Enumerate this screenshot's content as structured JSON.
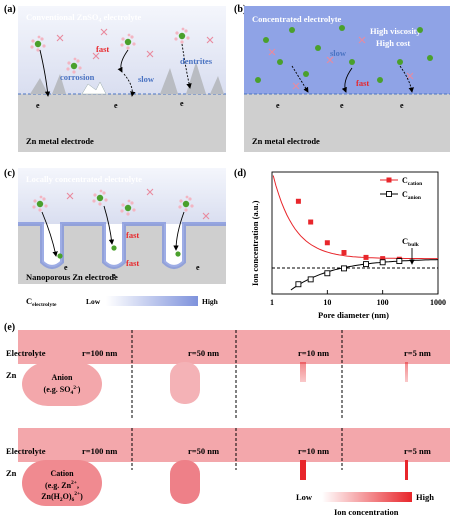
{
  "panel_a": {
    "letter": "(a)",
    "title": "Conventional ZnSO",
    "title_sub": "4",
    "title_end": " electrolyte",
    "fast": "fast",
    "slow": "slow",
    "corrosion": "corrosion",
    "dendrites": "dentrites",
    "electron": "e",
    "electrode": "Zn metal electrode"
  },
  "panel_b": {
    "letter": "(b)",
    "title": "Concentrated electrolyte",
    "high_viscosity": "High viscosity",
    "high_cost": "High cost",
    "slow": "slow",
    "fast": "fast",
    "electron": "e",
    "electrode": "Zn metal electrode"
  },
  "panel_c": {
    "letter": "(c)",
    "title": "Locally concentrated electrolyte",
    "fast": "fast",
    "electron": "e",
    "electrode": "Nanoporous Zn electrode",
    "legend_label": "C",
    "legend_sub": "electrolyte",
    "legend_low": "Low",
    "legend_high": "High"
  },
  "panel_d": {
    "letter": "(d)",
    "ylabel": "Ion concentration (a.u.)",
    "xlabel": "Pore diameter (nm)",
    "legend_cation": "C",
    "legend_cation_sub": "cation",
    "legend_anion": "C",
    "legend_anion_sub": "anion",
    "bulk_label": "C",
    "bulk_sub": "bulk",
    "xticks": [
      "1",
      "10",
      "100",
      "1000"
    ]
  },
  "chart_data": {
    "type": "line",
    "xlabel": "Pore diameter (nm)",
    "ylabel": "Ion concentration (a.u.)",
    "xscale": "log",
    "xlim": [
      1,
      1000
    ],
    "series": [
      {
        "name": "Ccation",
        "color": "#e8262b",
        "marker": "filled-square",
        "x": [
          3,
          5,
          10,
          20,
          50,
          100,
          200
        ],
        "y": [
          0.76,
          0.59,
          0.42,
          0.34,
          0.3,
          0.29,
          0.285
        ]
      },
      {
        "name": "Canion",
        "color": "#000000",
        "marker": "open-square",
        "x": [
          3,
          5,
          10,
          20,
          50,
          100,
          200
        ],
        "y": [
          0.08,
          0.12,
          0.17,
          0.21,
          0.245,
          0.26,
          0.27
        ]
      }
    ],
    "reference_line": {
      "label": "Cbulk",
      "style": "dashed"
    }
  },
  "panel_e": {
    "letter": "(e)",
    "electrolyte": "Electrolyte",
    "zn": "Zn",
    "radii": [
      "r=100 nm",
      "r=50 nm",
      "r=10 nm",
      "r=5 nm"
    ],
    "anion_label_1": "Anion",
    "anion_label_2": "(e.g. SO",
    "anion_label_2_sub": "4",
    "anion_label_2_sup": "2-",
    "anion_label_2_end": ")",
    "cation_label_1": "Cation",
    "cation_label_2": "(e.g. Zn",
    "cation_label_2_sup": "2+",
    "cation_label_2_end": ",",
    "cation_label_3": "Zn(H",
    "cation_label_3_sub": "2",
    "cation_label_3_mid": "O)",
    "cation_label_3_sub2": "6",
    "cation_label_3_sup": "2+",
    "cation_label_3_end": ")",
    "legend_low": "Low",
    "legend_high": "High",
    "legend_title": "Ion concentration"
  },
  "colors": {
    "electrolyte_light": "#dfe3f2",
    "electrolyte_concentrated": "#8fa3e6",
    "electrode": "#cfcfcf",
    "cation": "#e8262b",
    "ion_pink": "#e98a9e",
    "ion_green": "#4aa02c",
    "slow_blue": "#4a73c2"
  }
}
